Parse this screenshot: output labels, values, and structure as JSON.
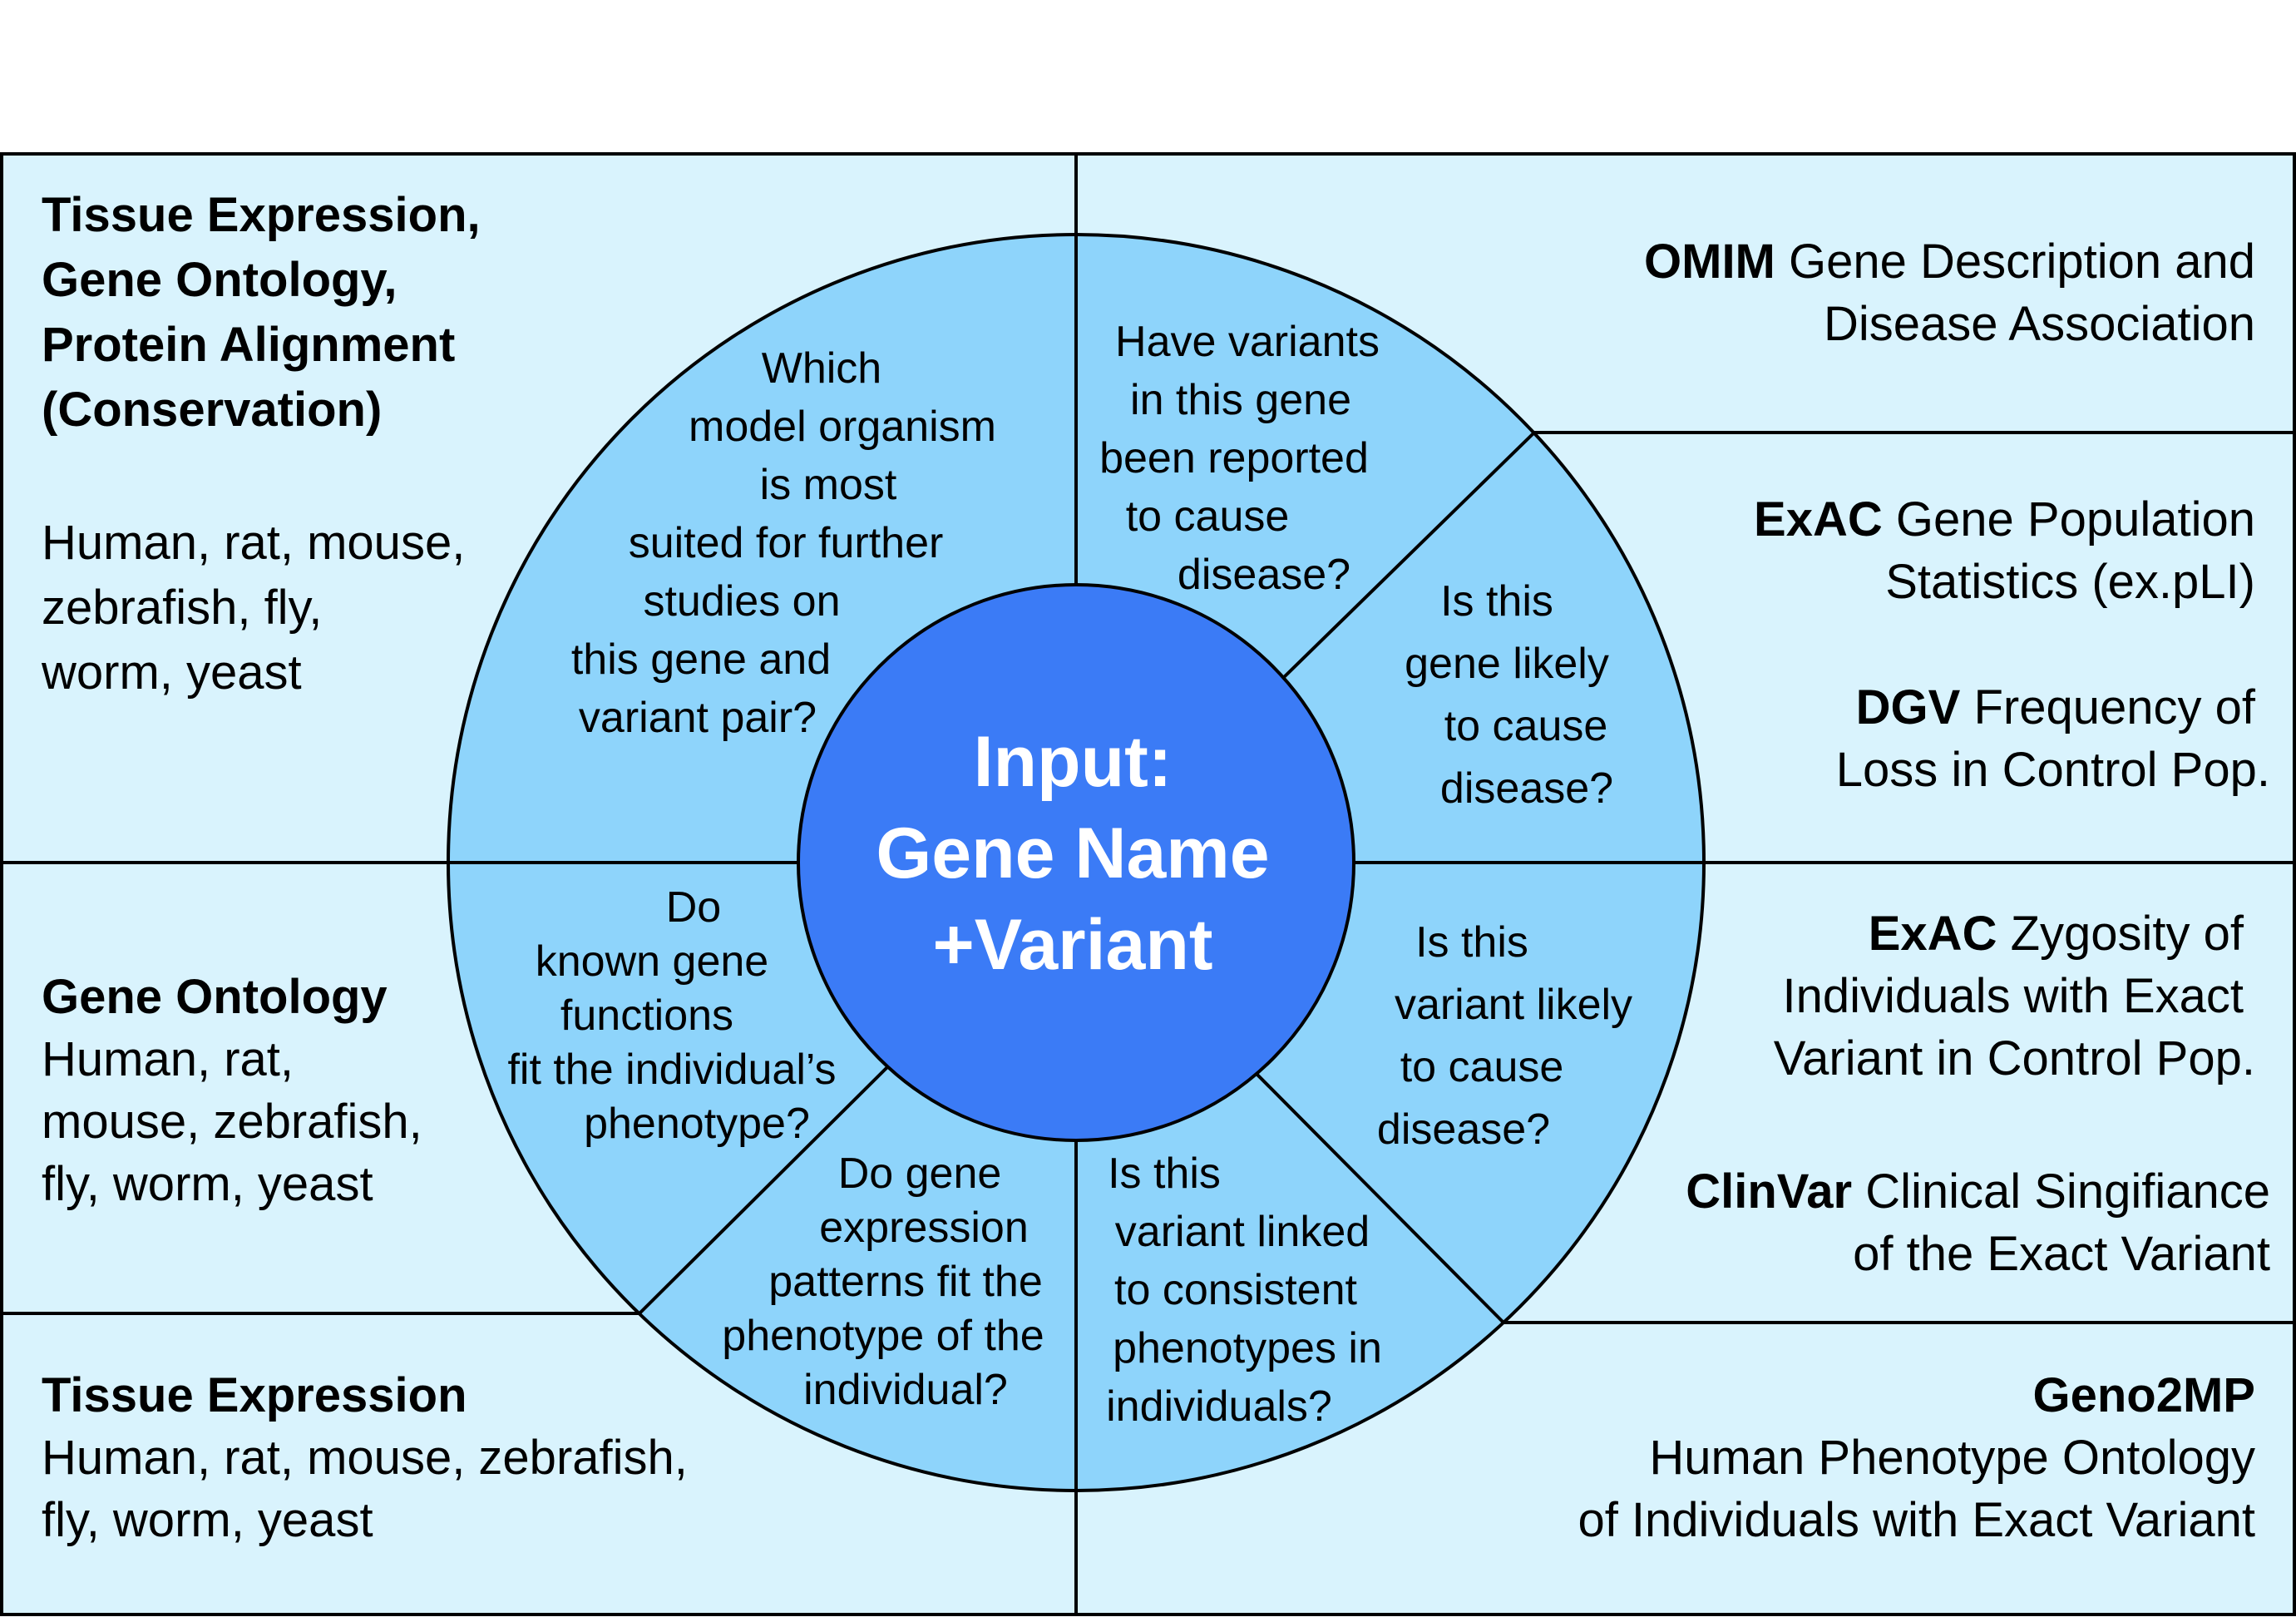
{
  "colors": {
    "panel_fill": "#d9f3fd",
    "ring_fill": "#8ed4fb",
    "center_fill": "#3b7bf6",
    "line": "#000000",
    "center_text": "#ffffff"
  },
  "center": {
    "line1": "Input:",
    "line2": "Gene Name",
    "line3": "+Variant"
  },
  "panels": {
    "top_left": {
      "title_lines": [
        "Tissue Expression,",
        "Gene Ontology,",
        "Protein Alignment",
        "(Conservation)"
      ],
      "body_lines": [
        "Human, rat, mouse,",
        "zebrafish, fly,",
        "worm, yeast"
      ]
    },
    "mid_left": {
      "title": "Gene Ontology",
      "body_lines": [
        "Human, rat,",
        "mouse, zebrafish,",
        "fly, worm, yeast"
      ]
    },
    "bottom_left": {
      "title": "Tissue Expression",
      "body_lines": [
        "Human, rat, mouse, zebrafish,",
        "fly, worm, yeast"
      ]
    },
    "top_right": {
      "bold": "OMIM",
      "rest_line1": " Gene Description and",
      "line2": "Disease Association"
    },
    "upper_right": {
      "exac_bold": "ExAC",
      "exac_rest": " Gene Population",
      "exac_line2": "Statistics (ex.pLI)",
      "dgv_bold": "DGV",
      "dgv_rest": " Frequency of",
      "dgv_line2": "Loss in Control Pop."
    },
    "lower_right": {
      "exac_bold": "ExAC",
      "exac_rest": " Zygosity of",
      "exac_line2": "Individuals with Exact",
      "exac_line3": "Variant in Control Pop.",
      "clinvar_bold": "ClinVar",
      "clinvar_rest": " Clinical Singifiance",
      "clinvar_line2": "of the Exact Variant"
    },
    "bottom_right": {
      "title": "Geno2MP",
      "body_lines": [
        "Human Phenotype Ontology",
        "of Individuals with Exact Variant"
      ]
    }
  },
  "questions": {
    "model_organism": [
      "Which",
      "model organism",
      "is most",
      "suited for further",
      "studies on",
      "this gene and",
      "variant pair?"
    ],
    "reported": [
      "Have variants",
      "in this gene",
      "been reported",
      "to cause",
      "disease?"
    ],
    "gene_likely": [
      "Is this",
      "gene likely",
      "to cause",
      "disease?"
    ],
    "variant_likely": [
      "Is this",
      "variant likely",
      "to cause",
      "disease?"
    ],
    "variant_linked": [
      "Is this",
      "variant linked",
      "to consistent",
      "phenotypes in",
      "individuals?"
    ],
    "expression_patterns": [
      "Do gene",
      "expression",
      "patterns fit the",
      "phenotype of the",
      "individual?"
    ],
    "gene_functions": [
      "Do",
      "known gene",
      "functions",
      "fit the individual’s",
      "phenotype?"
    ]
  }
}
